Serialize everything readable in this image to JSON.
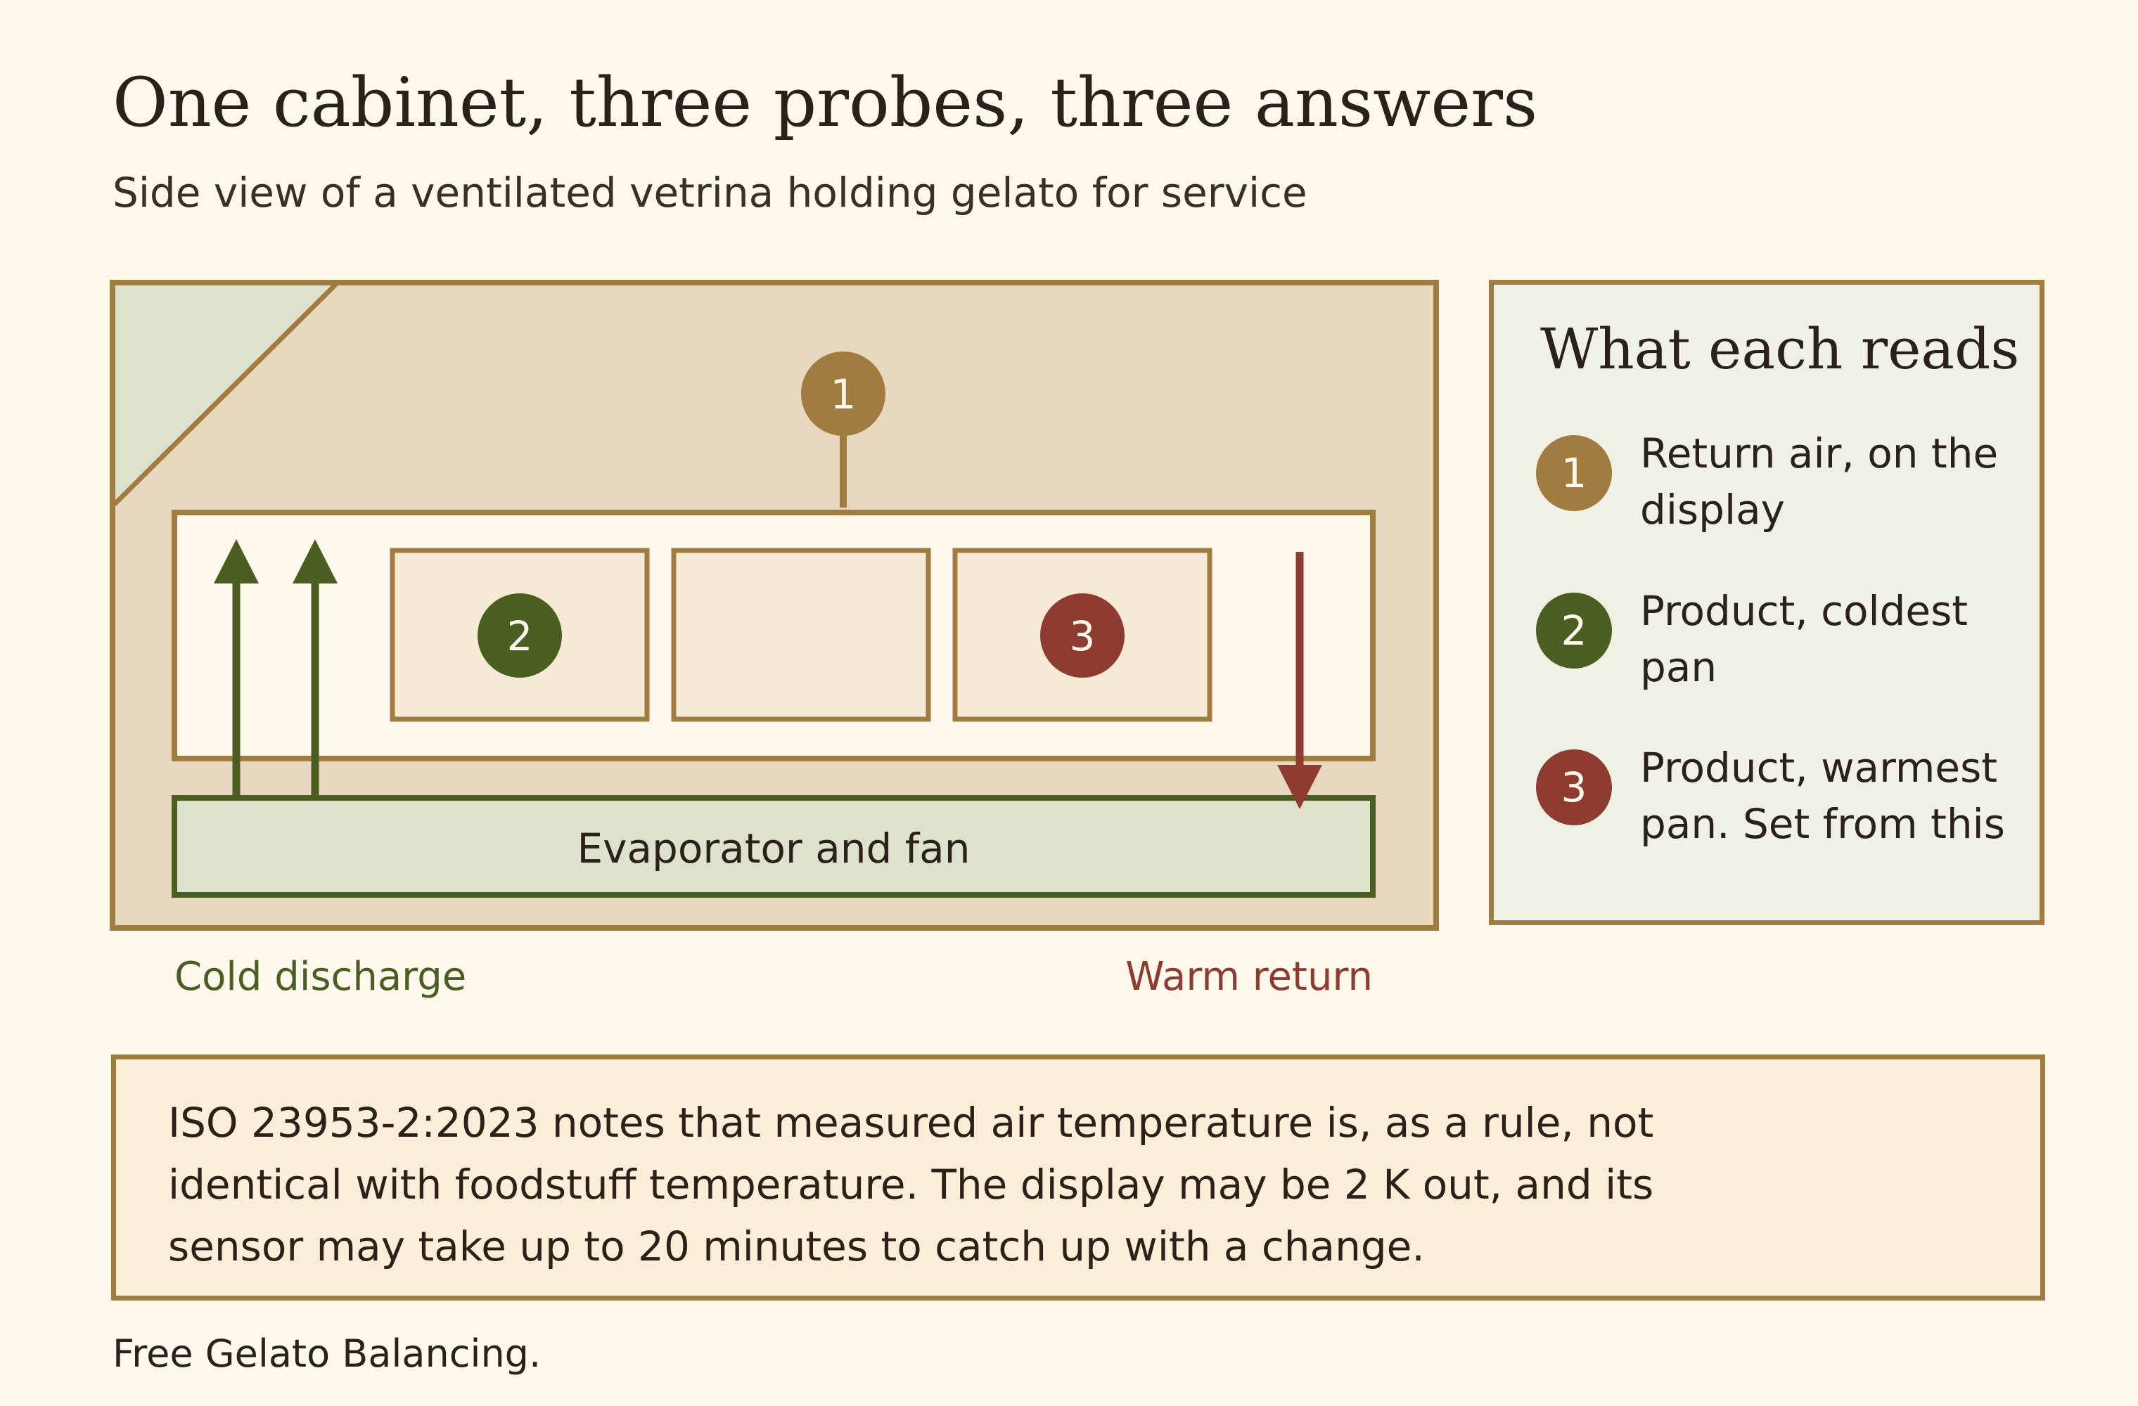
{
  "title": "One cabinet, three probes, three answers",
  "subtitle": "Side view of a ventilated vetrina holding gelato for service",
  "diagram": {
    "evaporator_label": "Evaporator and fan",
    "cold_label": "Cold discharge",
    "warm_label": "Warm return",
    "probes": [
      {
        "number": "1",
        "color": "#a07c40"
      },
      {
        "number": "2",
        "color": "#4a5e22"
      },
      {
        "number": "3",
        "color": "#8e3b30"
      }
    ]
  },
  "legend": {
    "title": "What each reads",
    "items": [
      {
        "number": "1",
        "text": "Return air, on the display",
        "color": "#a07c40"
      },
      {
        "number": "2",
        "text": "Product, coldest pan",
        "color": "#4a5e22"
      },
      {
        "number": "3",
        "text": "Product, warmest pan. Set from this",
        "color": "#8e3b30"
      }
    ]
  },
  "note": "ISO 23953-2:2023 notes that measured air temperature is, as a rule, not identical with foodstuff temperature. The display may be 2 K out, and its sensor may take up to 20 minutes to catch up with a change.",
  "footer": "Free Gelato Balancing.",
  "colors": {
    "background": "#fdf7ec",
    "cabinet": "#e8d8bf",
    "border": "#a07c40",
    "green": "#4a5e22",
    "red": "#8e3b30",
    "pan": "#f6ead6",
    "evaporator": "#dde2cc"
  }
}
